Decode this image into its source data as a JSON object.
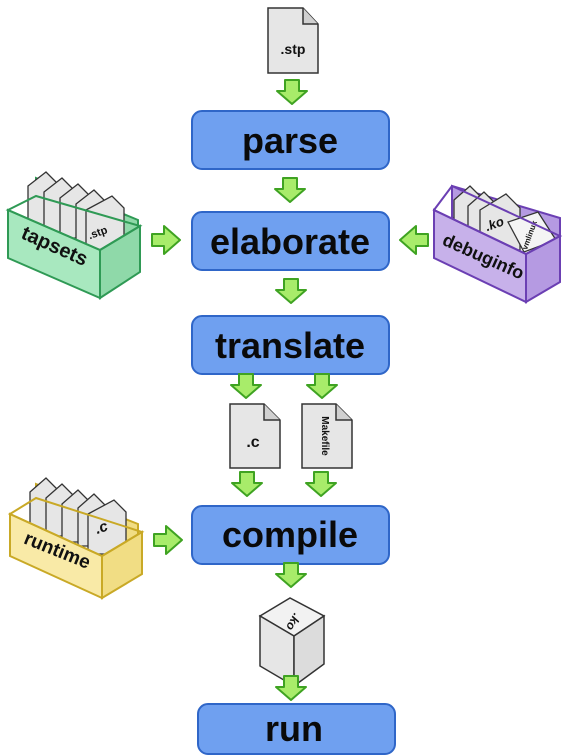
{
  "input_file": ".stp",
  "stages": {
    "parse": "parse",
    "elaborate": "elaborate",
    "translate": "translate",
    "compile": "compile",
    "run": "run"
  },
  "outputs": {
    "c_file": ".c",
    "makefile": "Makefile",
    "module": ".ko"
  },
  "tapsets": {
    "label": "tapsets",
    "file": ".stp"
  },
  "debuginfo": {
    "label": "debuginfo",
    "file_ko": ".ko",
    "file_vmlinux": "vmlinux"
  },
  "runtime": {
    "label": "runtime",
    "file": ".c"
  },
  "colors": {
    "stage_fill": "#6fa0f0",
    "stage_stroke": "#2f66c8",
    "arrow_fill": "#a8ec6a",
    "arrow_stroke": "#3fa322",
    "tapsets_fill": "#a8e8bf",
    "tapsets_stroke": "#2f9a55",
    "debuginfo_fill": "#c7b1ea",
    "debuginfo_stroke": "#6b3fb3",
    "runtime_fill": "#f9eaa7",
    "runtime_stroke": "#c9a926",
    "doc_fill": "#e6e6e6"
  }
}
